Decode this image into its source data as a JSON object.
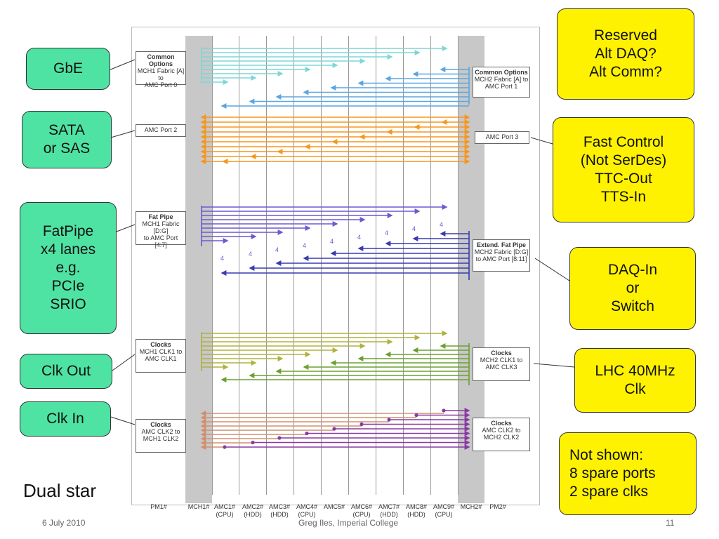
{
  "slide": {
    "left_callouts": [
      "GbE",
      "SATA\nor SAS",
      "FatPipe\nx4 lanes\ne.g.\nPCIe\nSRIO",
      "Clk Out",
      "Clk In"
    ],
    "right_callouts": [
      "Reserved\nAlt DAQ?\nAlt Comm?",
      "Fast Control\n(Not SerDes)\nTTC-Out\nTTS-In",
      "DAQ-In\nor\nSwitch",
      "LHC 40MHz\nClk",
      "Not shown:\n8 spare ports\n2 spare clks"
    ],
    "title_bottom": "Dual star",
    "footer_date": "6 July 2010",
    "footer_author": "Greg Iles, Imperial College",
    "page_number": "11"
  },
  "diagram": {
    "left_labels": [
      {
        "title": "Common Options",
        "text": "MCH1 Fabric [A] to\nAMC Port 0"
      },
      {
        "title": "",
        "text": "AMC Port 2"
      },
      {
        "title": "Fat Pipe",
        "text": "MCH1 Fabric [D:G]\nto AMC Port [4:7]"
      },
      {
        "title": "Clocks",
        "text": "MCH1 CLK1 to\nAMC CLK1"
      },
      {
        "title": "Clocks",
        "text": "AMC CLK2 to\nMCH1 CLK2"
      }
    ],
    "right_labels": [
      {
        "title": "Common Options",
        "text": "MCH2 Fabric [A] to\nAMC Port 1"
      },
      {
        "title": "",
        "text": "AMC Port  3"
      },
      {
        "title": "Extend. Fat Pipe",
        "text": "MCH2 Fabric [D:G]\nto AMC Port [8:11]"
      },
      {
        "title": "Clocks",
        "text": "MCH2 CLK1 to\nAMC CLK3"
      },
      {
        "title": "Clocks",
        "text": "AMC CLK2 to\nMCH2 CLK2"
      }
    ],
    "slots": [
      {
        "name": "PM1#",
        "sub": ""
      },
      {
        "name": "MCH1#",
        "sub": ""
      },
      {
        "name": "AMC1#",
        "sub": "(CPU)"
      },
      {
        "name": "AMC2#",
        "sub": "(HDD)"
      },
      {
        "name": "AMC3#",
        "sub": "(HDD)"
      },
      {
        "name": "AMC4#",
        "sub": "(CPU)"
      },
      {
        "name": "AMC5#",
        "sub": ""
      },
      {
        "name": "AMC6#",
        "sub": "(CPU)"
      },
      {
        "name": "AMC7#",
        "sub": "(HDD)"
      },
      {
        "name": "AMC8#",
        "sub": "(HDD)"
      },
      {
        "name": "AMC9#",
        "sub": "(CPU)"
      },
      {
        "name": "MCH2#",
        "sub": ""
      },
      {
        "name": "PM2#",
        "sub": ""
      }
    ],
    "lane_marker": "4",
    "colors": {
      "gbe_mch1": "#7fd6d6",
      "gbe_mch2": "#5aa6e0",
      "sata": "#f5961e",
      "fatpipe": "#6a5ad0",
      "fatpipe_ext": "#3a3ab0",
      "clk_out_mch1": "#b0b040",
      "clk_out_mch2": "#6aa030",
      "clk_in_mch1": "#d09070",
      "clk_in_mch2": "#8a3aa0",
      "mch_fill": "#c8c8c8",
      "callout_green": "#4ee3a3",
      "callout_yellow": "#fff200"
    }
  }
}
